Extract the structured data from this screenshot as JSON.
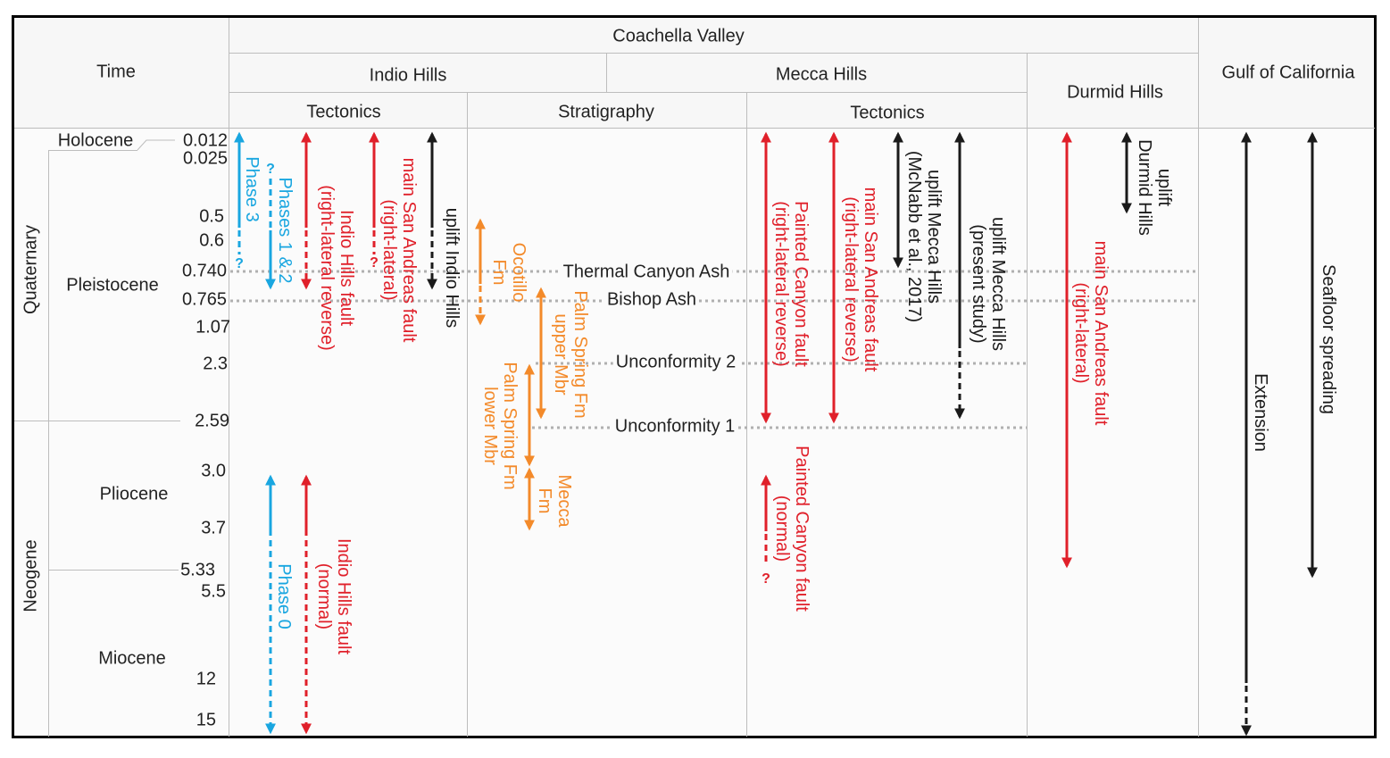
{
  "colors": {
    "red": "#e0202a",
    "cyan": "#19a6e0",
    "orange": "#f38a2a",
    "black": "#1a1a1a",
    "dotted_line": "#b0b0b0",
    "grid_line": "#bdbdbd"
  },
  "header": {
    "time": "Time",
    "coachella": "Coachella Valley",
    "indio_hills": "Indio Hills",
    "mecca_hills": "Mecca Hills",
    "durmid_hills": "Durmid Hills",
    "gulf": "Gulf of California",
    "tectonics_indio": "Tectonics",
    "stratigraphy": "Stratigraphy",
    "tectonics_mecca": "Tectonics"
  },
  "eras": [
    "Quaternary",
    "Neogene"
  ],
  "epochs": [
    "Holocene",
    "Pleistocene",
    "Pliocene",
    "Miocene"
  ],
  "ages": [
    "0.012",
    "0.025",
    "0.5",
    "0.6",
    "0.740",
    "0.765",
    "1.07",
    "2.3",
    "2.59",
    "3.0",
    "3.7",
    "5.33",
    "5.5",
    "12",
    "15"
  ],
  "marker_lines": {
    "thermal": "Thermal Canyon Ash",
    "bishop": "Bishop Ash",
    "unconf2": "Unconformity 2",
    "unconf1": "Unconformity 1"
  },
  "labels": {
    "phase3": "Phase 3",
    "phases12": "Phases 1 & 2",
    "phase0": "Phase 0",
    "indio_fault_rev_1": "Indio Hills fault",
    "indio_fault_rev_2": "(right-lateral reverse)",
    "indio_saf_1": "main San Andreas fault",
    "indio_saf_2": "(right-lateral)",
    "uplift_indio": "uplift Indio Hills",
    "indio_fault_norm_1": "Indio Hills fault",
    "indio_fault_norm_2": "(normal)",
    "ocotillo_1": "Ocotillo",
    "ocotillo_2": "Fm",
    "palm_upper_1": "Palm Spring Fm",
    "palm_upper_2": "upper Mbr",
    "palm_lower_1": "Palm Spring Fm",
    "palm_lower_2": "lower Mbr",
    "mecca_fm_1": "Mecca",
    "mecca_fm_2": "Fm",
    "painted_rev_1": "Painted Canyon fault",
    "painted_rev_2": "(right-lateral reverse)",
    "mecca_saf_1": "main San Andreas fault",
    "mecca_saf_2": "(right-lateral reverse)",
    "uplift_mcnabb_1": "uplift Mecca Hills",
    "uplift_mcnabb_2": "(McNabb et al., 2017)",
    "uplift_present_1": "uplift Mecca Hills",
    "uplift_present_2": "(present study)",
    "painted_norm_1": "Painted Canyon fault",
    "painted_norm_2": "(normal)",
    "durmid_saf_1": "main San Andreas fault",
    "durmid_saf_2": "(right-lateral)",
    "uplift_durmid_1": "uplift",
    "uplift_durmid_2": "Durmid Hills",
    "extension": "Extension",
    "seafloor": "Seafloor spreading"
  },
  "question_mark": "?"
}
